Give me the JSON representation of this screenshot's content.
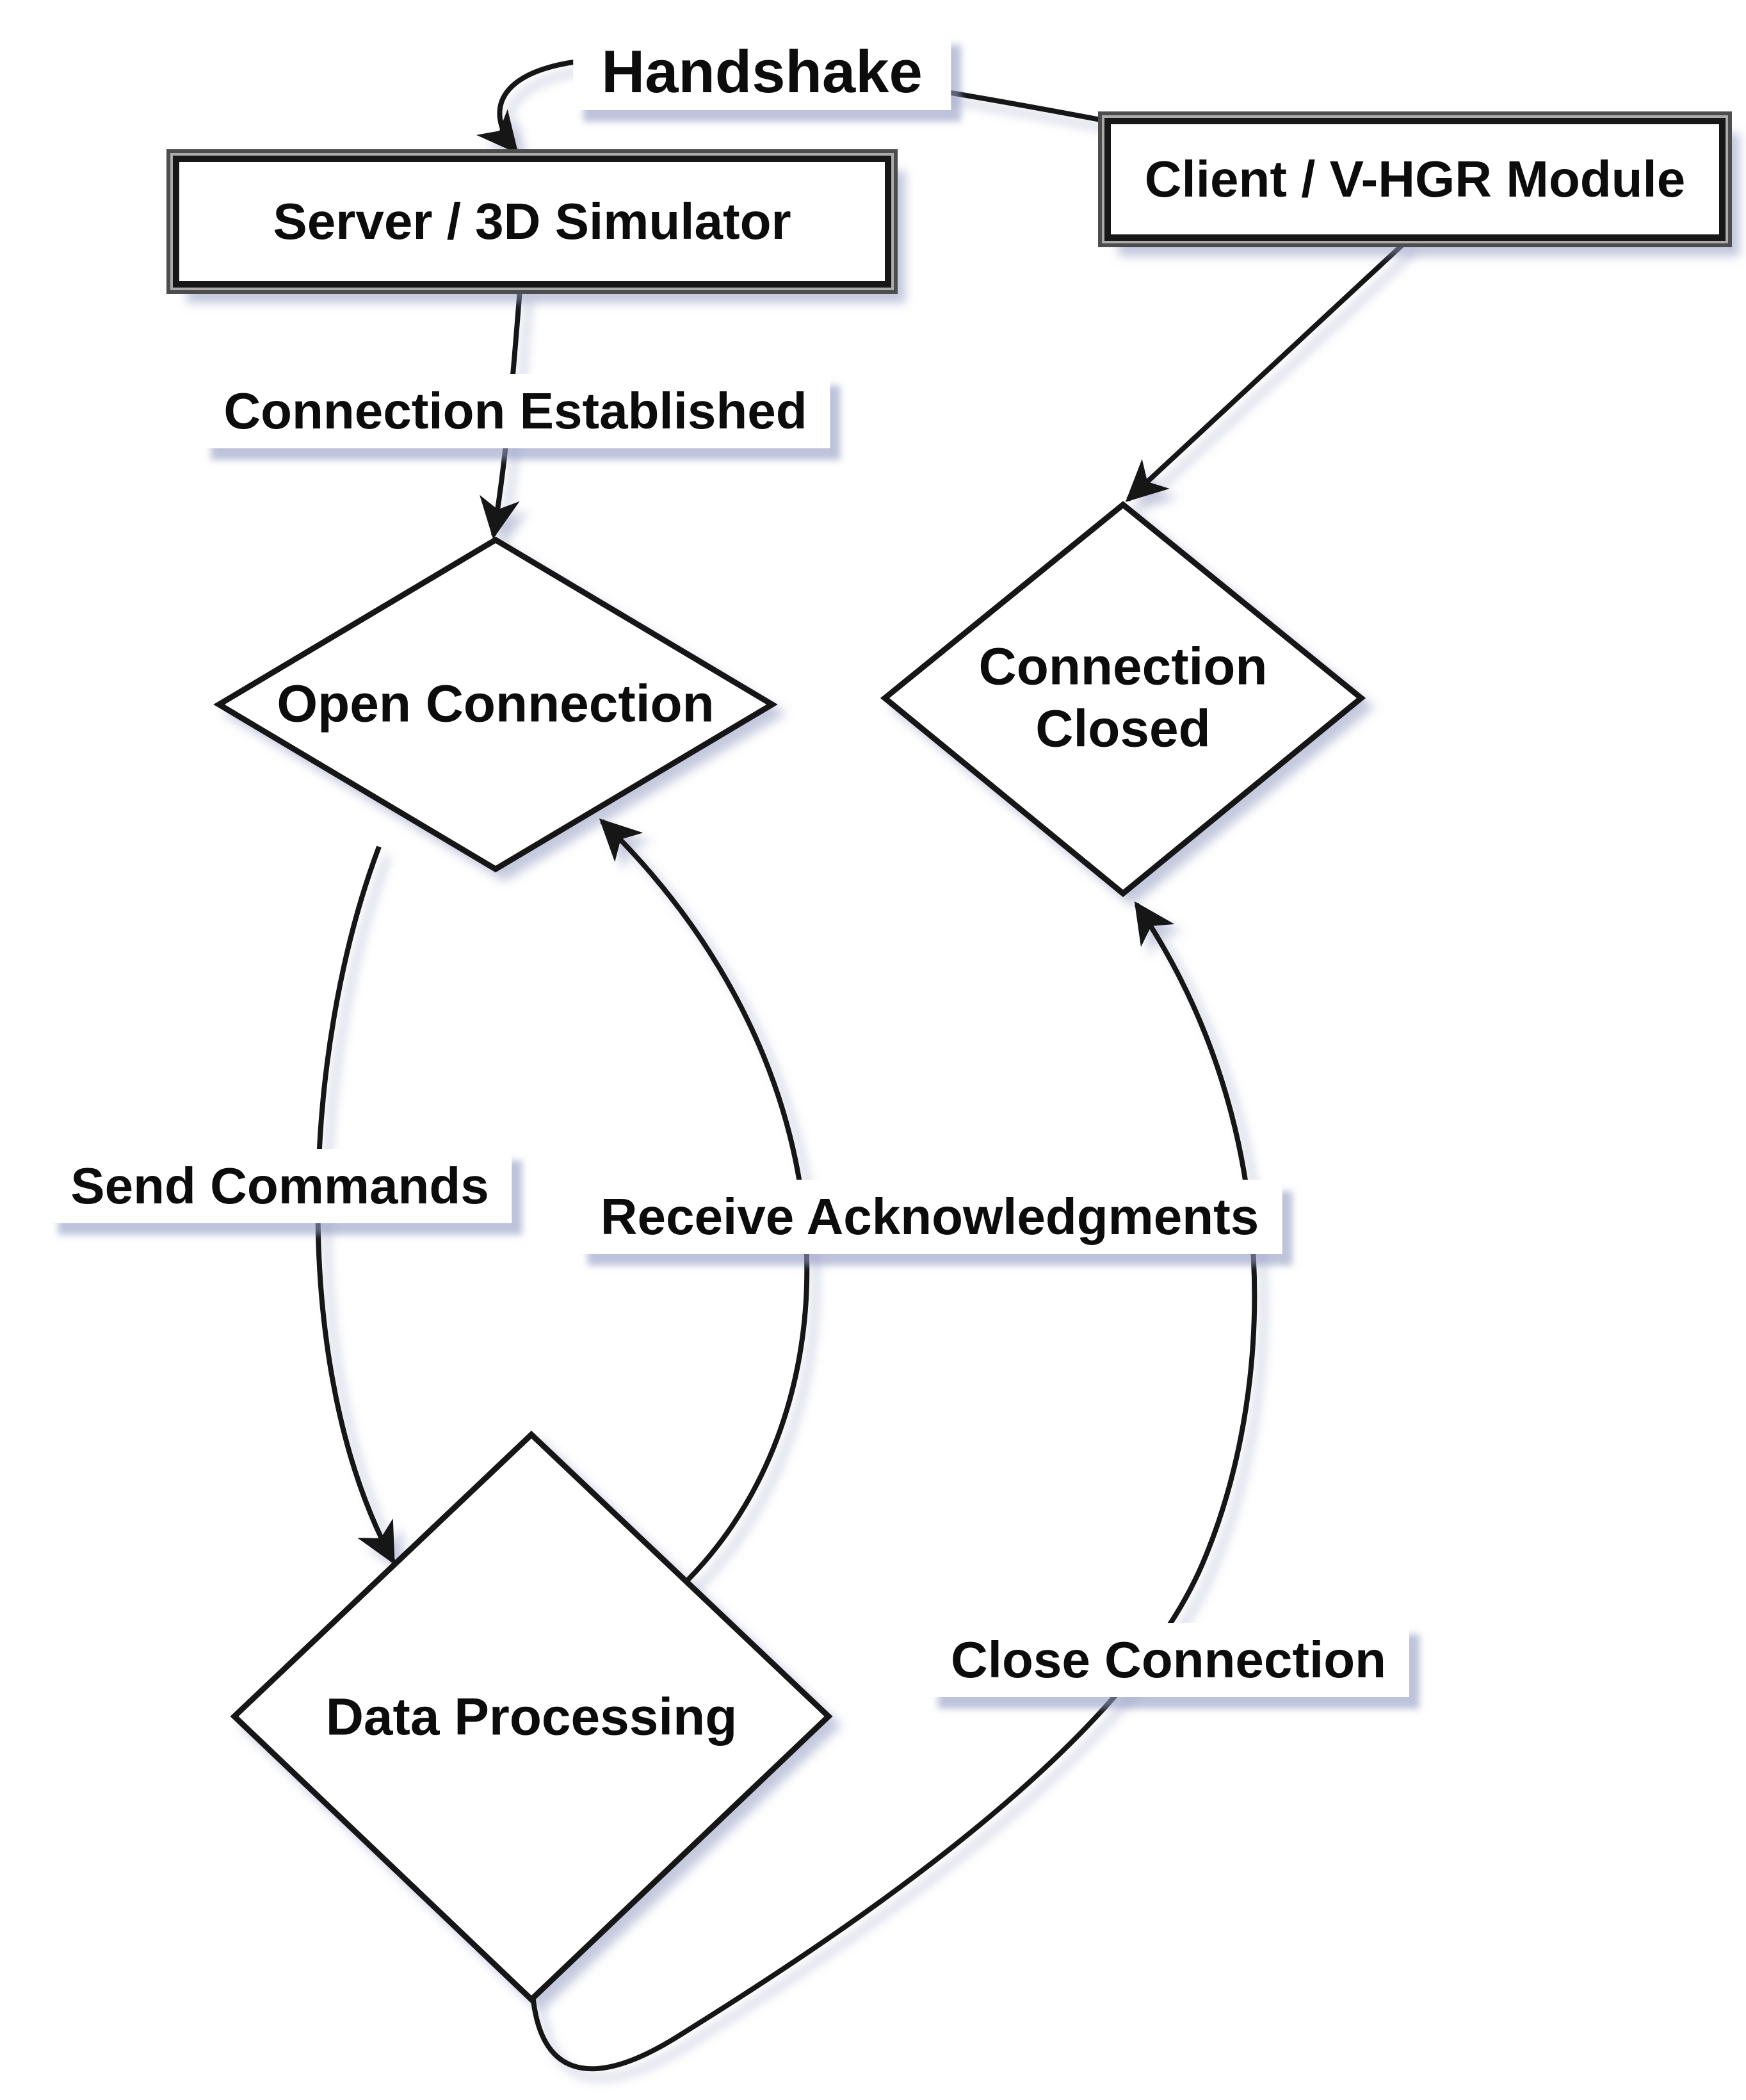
{
  "nodes": {
    "server": {
      "label": "Server / 3D Simulator",
      "shape": "rectangle"
    },
    "client": {
      "label": "Client / V-HGR Module",
      "shape": "rectangle"
    },
    "open_connection": {
      "label": "Open Connection",
      "shape": "diamond"
    },
    "connection_closed": {
      "label": "Connection Closed",
      "shape": "diamond"
    },
    "data_processing": {
      "label": "Data Processing",
      "shape": "diamond"
    }
  },
  "edges": [
    {
      "from": "client",
      "to": "server",
      "label": "Handshake"
    },
    {
      "from": "server",
      "to": "open_connection",
      "label": "Connection Established"
    },
    {
      "from": "client",
      "to": "connection_closed",
      "label": ""
    },
    {
      "from": "open_connection",
      "to": "data_processing",
      "label": "Send Commands"
    },
    {
      "from": "data_processing",
      "to": "open_connection",
      "label": "Receive Acknowledgments"
    },
    {
      "from": "data_processing",
      "to": "connection_closed",
      "label": "Close Connection"
    }
  ],
  "colors": {
    "stroke": "#141414",
    "node_fill": "#ffffff",
    "text": "#0c0c0c",
    "shadow": "#97a1c6",
    "background": "#ffffff"
  }
}
